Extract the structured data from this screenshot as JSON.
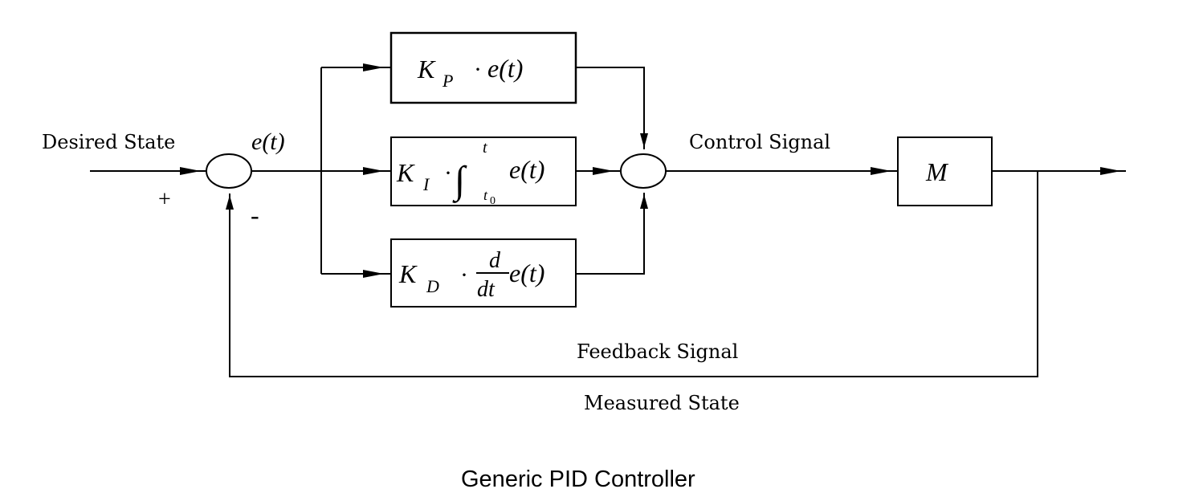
{
  "labels": {
    "desired_state": "Desired State",
    "error": "e(t)",
    "plus": "+",
    "minus": "-",
    "control_signal": "Control Signal",
    "feedback_signal": "Feedback Signal",
    "measured_state": "Measured State",
    "caption": "Generic PID Controller"
  },
  "blocks": {
    "proportional": {
      "gain": "K",
      "gain_sub": "P",
      "dot": "·",
      "expr": "e(t)"
    },
    "integral": {
      "gain": "K",
      "gain_sub": "I",
      "dot": "·",
      "integral_sign": "∫",
      "upper_limit": "t",
      "lower_limit": "t",
      "lower_limit_sub": "0",
      "expr": "e(t)"
    },
    "derivative": {
      "gain": "K",
      "gain_sub": "D",
      "dot": "·",
      "numerator": "d",
      "denominator": "dt",
      "expr": "e(t)"
    },
    "plant": {
      "label": "M"
    }
  }
}
